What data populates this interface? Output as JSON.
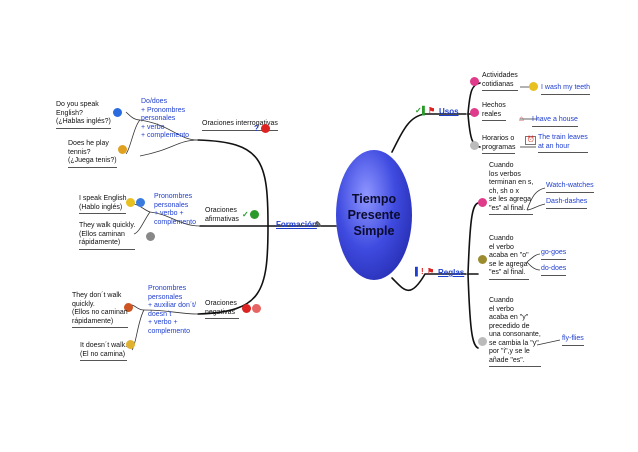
{
  "center": {
    "line1": "Tiempo",
    "line2": "Presente",
    "line3": "Simple"
  },
  "formacion": {
    "label": "Formación",
    "interrogativas": {
      "title": "Oraciones interrogativas",
      "rule": [
        "Do/does",
        "+ Pronombres",
        "personales",
        "+ verbo",
        "+ complemento"
      ],
      "ex1": [
        "Do you speak",
        "English?",
        "(¿Hablas inglés?)"
      ],
      "ex2": [
        "Does he play",
        "tennis?",
        "(¿Juega tenis?)"
      ]
    },
    "afirmativas": {
      "title": "Oraciones afirmativas",
      "rule": [
        "Pronombres",
        "personales",
        "+ verbo +",
        "complemento"
      ],
      "ex1": [
        "I speak English",
        "(Hablo inglés)"
      ],
      "ex2": [
        "They walk quickly.",
        "(Ellos caminan",
        "rápidamente)"
      ]
    },
    "negativas": {
      "title": "Oraciones negativas",
      "rule": [
        "Pronombres",
        "personales",
        "+ auxiliar don´t/",
        "doesn´t",
        "+ verbo +",
        "complemento"
      ],
      "ex1": [
        "They don´t walk",
        "quickly.",
        "(Ellos no caminan",
        "rápidamente)"
      ],
      "ex2": [
        "It doesn´t walk.",
        "(El no camina)"
      ]
    }
  },
  "usos": {
    "label": "Usos",
    "items": [
      {
        "text": [
          "Actividades",
          "cotidianas"
        ],
        "example": "I wash my teeth"
      },
      {
        "text": [
          "Hechos",
          "reales"
        ],
        "example": "I have a house"
      },
      {
        "text": [
          "Horarios o",
          "programas"
        ],
        "example": [
          "The train leaves",
          "at an hour"
        ]
      }
    ]
  },
  "reglas": {
    "label": "Reglas",
    "items": [
      {
        "text": [
          "Cuando",
          "los verbos",
          "terminan en s,",
          "ch, sh o x",
          "se les agrega",
          "\"es\" al final."
        ],
        "examples": [
          "Watch-watches",
          "Dash-dashes"
        ]
      },
      {
        "text": [
          "Cuando",
          "el verbo",
          "acaba en \"o\"",
          "se le agrega",
          "\"es\" al final."
        ],
        "examples": [
          "go-goes",
          "do-does"
        ]
      },
      {
        "text": [
          "Cuando",
          "el verbo",
          "acaba en \"y\"",
          "precedido de",
          "una consonante,",
          "se cambia la \"y\"",
          "por \"i\",y se le",
          "añade \"es\"."
        ],
        "examples": [
          "fly-flies"
        ]
      }
    ]
  },
  "colors": {
    "branch": "#1f3fcf",
    "line": "#111111",
    "center": "#3f4be0"
  },
  "icons": [
    "question-mark-icon",
    "check-mark-icon",
    "no-entry-icon",
    "exclamation-icon",
    "plus-icon",
    "smiley-icon",
    "house-icon",
    "flag-icon"
  ]
}
